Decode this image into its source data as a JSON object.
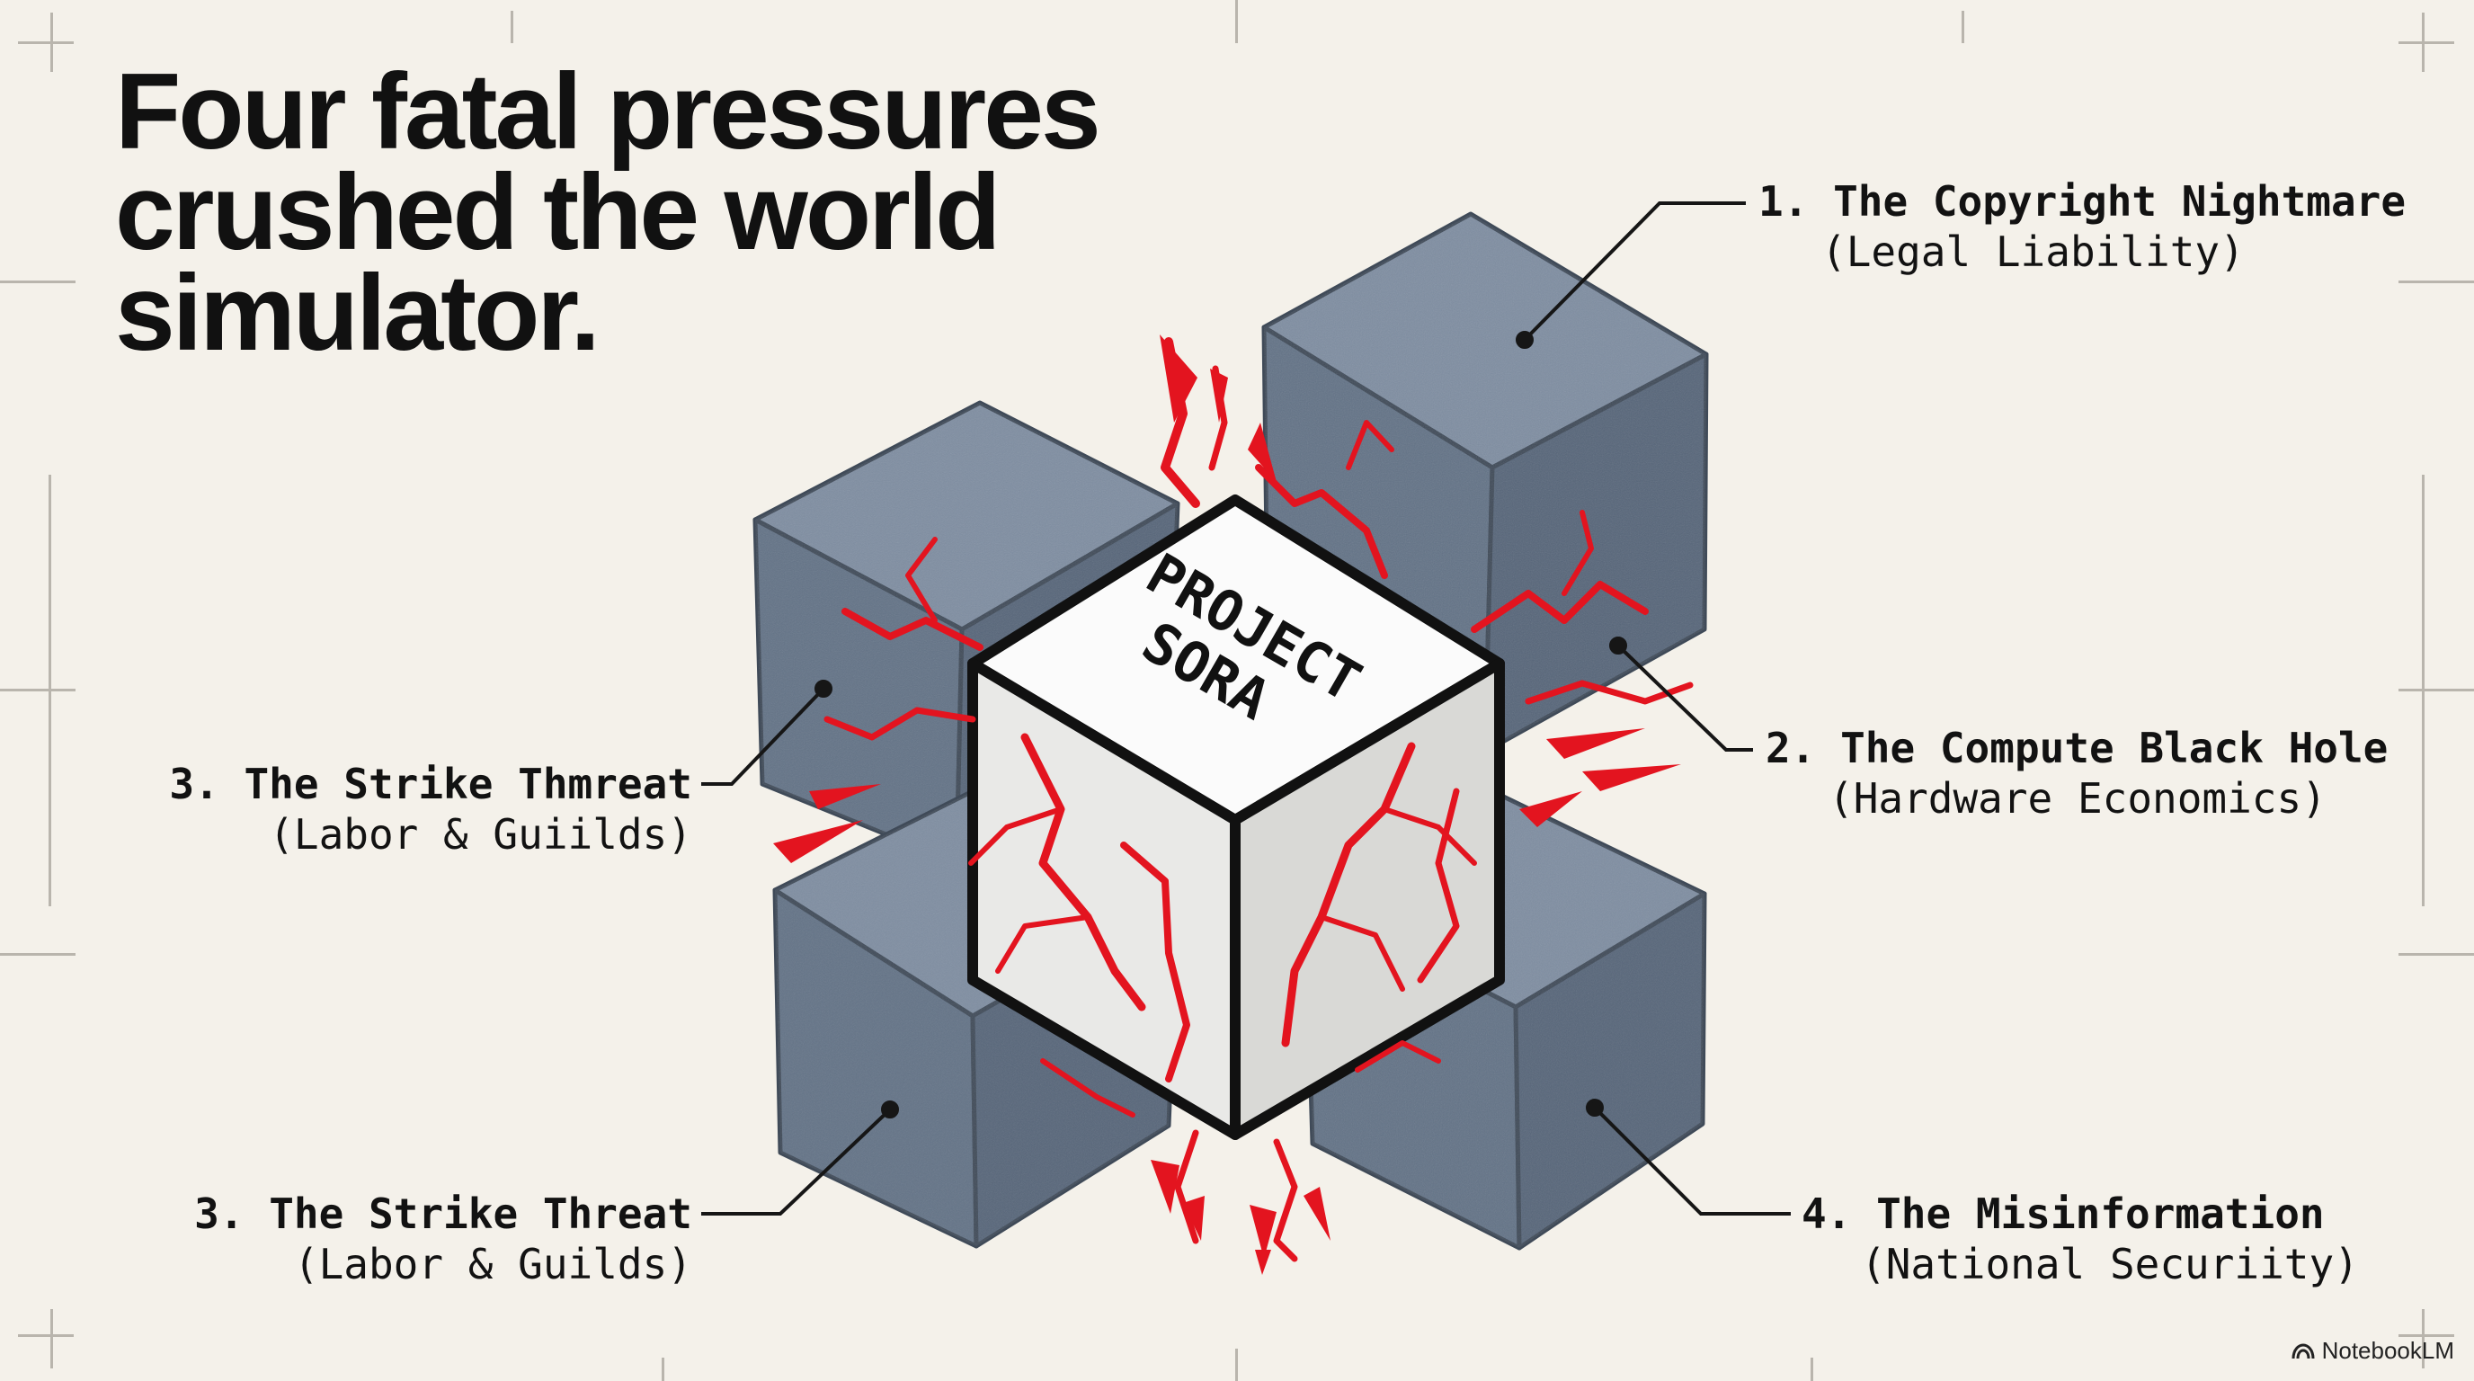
{
  "slide": {
    "title": "Four fatal pressures crushed the world simulator.",
    "center_block": {
      "line1": "PROJECT",
      "line2": "SORA"
    },
    "labels": [
      {
        "id": "copyright",
        "title": "1. The Copyright Nightmare",
        "subtitle": "(Legal Liability)"
      },
      {
        "id": "compute",
        "title": "2. The Compute Black Hole",
        "subtitle": "(Hardware Economics)"
      },
      {
        "id": "strike-upper",
        "title": "3. The Strike Thmreat",
        "subtitle": "(Labor & Guiilds)"
      },
      {
        "id": "strike-lower",
        "title": "3. The Strike Threat",
        "subtitle": "(Labor & Guilds)"
      },
      {
        "id": "misinfo",
        "title": "4. The Misinformation",
        "subtitle": "(National Securiity)"
      }
    ],
    "brand": "NotebookLM",
    "colors": {
      "background": "#f4f1ea",
      "stone": "#66768b",
      "crack": "#e3141f",
      "ink": "#111111"
    }
  }
}
